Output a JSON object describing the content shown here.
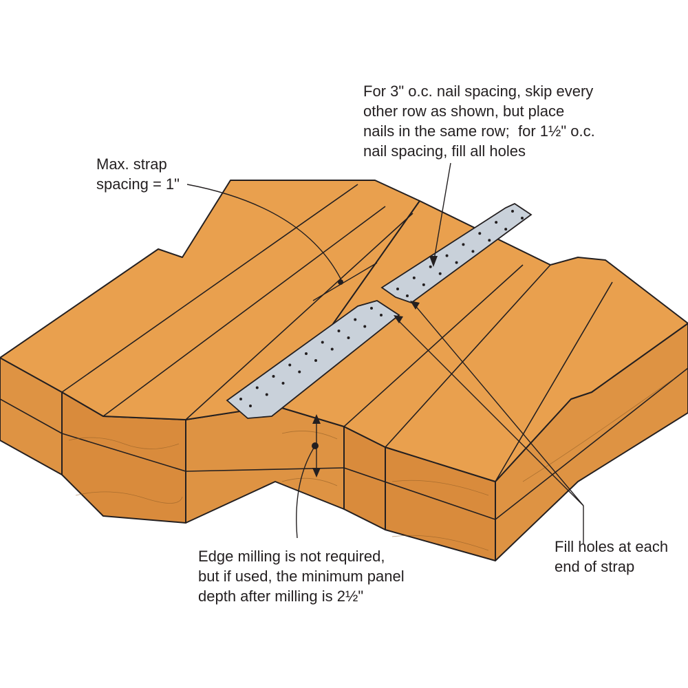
{
  "colors": {
    "wood_top": "#E9A04E",
    "wood_side": "#DE9343",
    "wood_end": "#D98B3C",
    "outline": "#231f20",
    "strap": "#C9D1DA"
  },
  "callouts": {
    "nail_spacing": "For 3\" o.c. nail spacing, skip every\nother row as shown, but place\nnails in the same row;  for 1½\" o.c.\nnail spacing, fill all holes",
    "strap_spacing": "Max. strap\nspacing = 1\"",
    "edge_milling": "Edge milling is not required,\nbut if used, the minimum panel\ndepth after milling is 2½\"",
    "fill_holes": "Fill holes at each\nend of strap"
  }
}
